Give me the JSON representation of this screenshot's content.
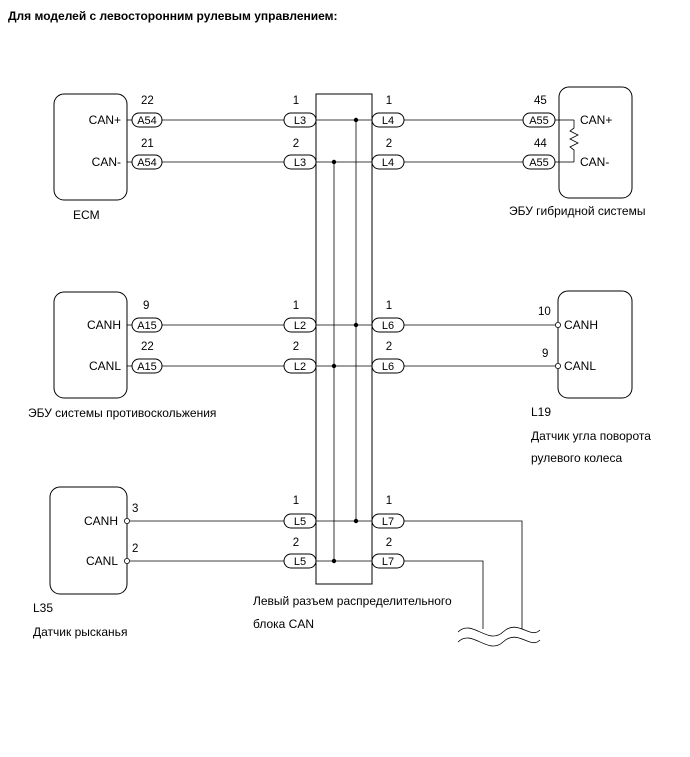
{
  "title": "Для моделей с левосторонним рулевым управлением:",
  "junction_label_1": "Левый разъем распределительного",
  "junction_label_2": "блока CAN",
  "ecm": {
    "name": "ECM",
    "pin_high": "CAN+",
    "pin_low": "CAN-",
    "connector": "A54",
    "num_high": "22",
    "num_low": "21"
  },
  "hybrid_ecu": {
    "name": "ЭБУ гибридной системы",
    "pin_high": "CAN+",
    "pin_low": "CAN-",
    "connector": "A55",
    "num_high": "45",
    "num_low": "44"
  },
  "abs_ecu": {
    "name": "ЭБУ системы противоскольжения",
    "pin_high": "CANH",
    "pin_low": "CANL",
    "connector": "A15",
    "num_high": "9",
    "num_low": "22"
  },
  "steering_sensor": {
    "code": "L19",
    "name_1": "Датчик угла поворота",
    "name_2": "рулевого колеса",
    "pin_high": "CANH",
    "pin_low": "CANL",
    "num_high": "10",
    "num_low": "9"
  },
  "yaw_sensor": {
    "code": "L35",
    "name": "Датчик рысканья",
    "pin_high": "CANH",
    "pin_low": "CANL",
    "num_high": "3",
    "num_low": "2"
  },
  "junction_connectors": {
    "left_top": "L3",
    "right_top": "L4",
    "left_mid": "L2",
    "right_mid": "L6",
    "left_bot": "L5",
    "right_bot": "L7",
    "pin_high": "1",
    "pin_low": "2"
  }
}
